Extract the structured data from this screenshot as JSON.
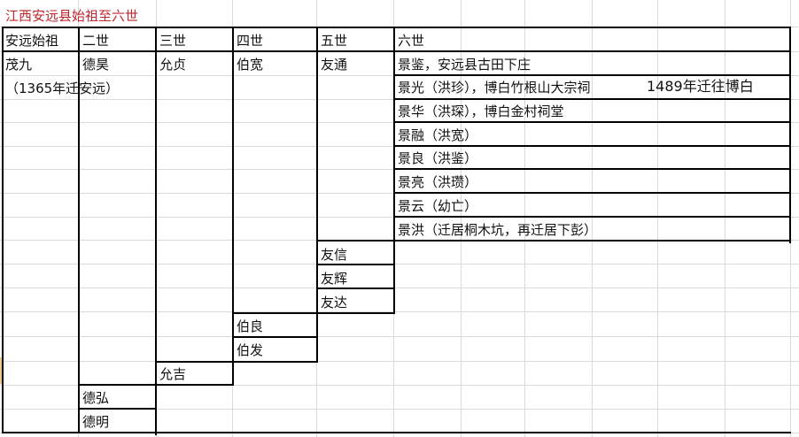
{
  "title": "江西安远县始祖至六世",
  "headers": [
    "安远始祖",
    "二世",
    "三世",
    "四世",
    "五世",
    "六世"
  ],
  "cells": {
    "g1_maojiu": "茂九",
    "g1_note": "（1365年迁安远）",
    "g2_dehao": "德昊",
    "g2_dehong": "德弘",
    "g2_deming": "德明",
    "g3_yunzhen": "允贞",
    "g3_yunji": "允吉",
    "g4_bokuan": "伯宽",
    "g4_boliang": "伯良",
    "g4_bofa": "伯发",
    "g5_youtong": "友通",
    "g5_youxin": "友信",
    "g5_youhui": "友辉",
    "g5_youda": "友达",
    "g6_jingjian": "景鉴，安远县古田下庄",
    "g6_jingguang": "景光（洪珍），博白竹根山大宗祠",
    "g6_jingguang_note": "1489年迁往博白",
    "g6_jinghua": "景华（洪琛），博白金村祠堂",
    "g6_jingrong": "景融（洪宽）",
    "g6_jingliang": "景良（洪鉴）",
    "g6_jingliang2": "景亮（洪瓒）",
    "g6_jingyun": "景云（幼亡）",
    "g6_jinghong": "景洪（迁居桐木坑，再迁居下彭）"
  },
  "colors": {
    "title": "#c0262d",
    "gridline": "#dadada",
    "border": "#000000",
    "row_header_highlight": "#f3c98a"
  }
}
